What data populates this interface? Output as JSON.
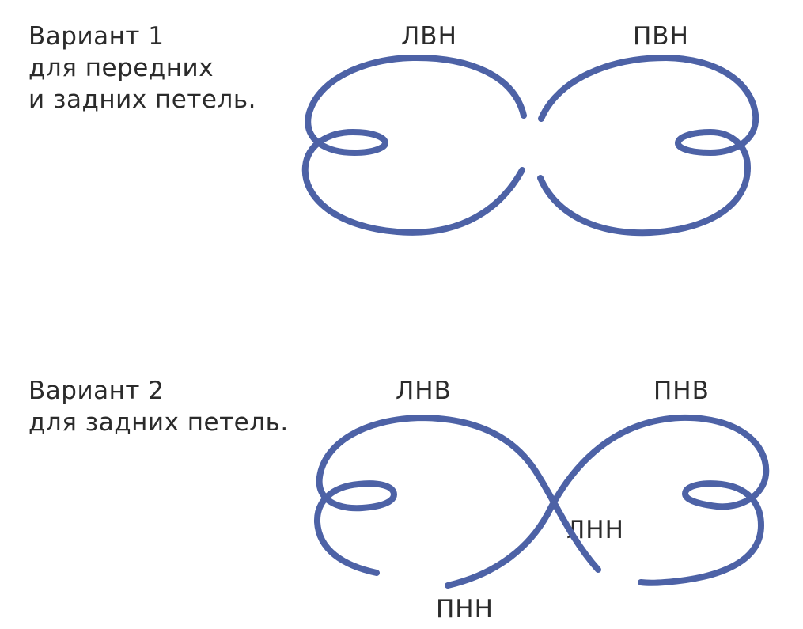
{
  "variant1": {
    "title": "Вариант 1",
    "line2": "для передних",
    "line3": "и задних петель.",
    "labels": {
      "left_top": "ЛВН",
      "right_top": "ПВН"
    }
  },
  "variant2": {
    "title": "Вариант 2",
    "line2": "для задних петель.",
    "labels": {
      "left_top": "ЛНВ",
      "right_top": "ПНВ",
      "cross": "ЛНН",
      "bottom": "ПНН"
    }
  },
  "colors": {
    "stroke": "#4d62a6",
    "text": "#2b2b2b",
    "background": "#ffffff"
  }
}
